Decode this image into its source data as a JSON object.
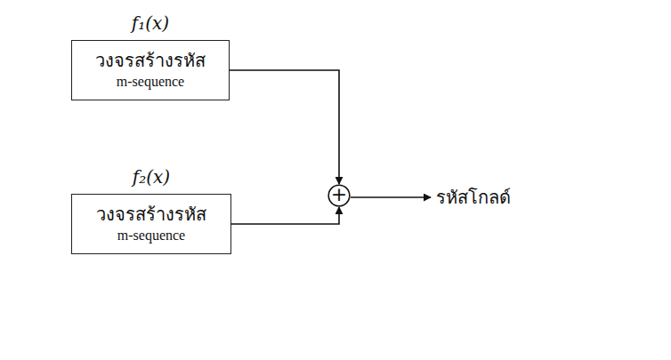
{
  "diagram": {
    "nodes": [
      {
        "text": [
          "f₁(x)",
          "วงจรสร้างรหัส",
          "m-sequence"
        ]
      },
      {
        "text": [
          "f₂(x)",
          "วงจรสร้างรหัส",
          "m-sequence"
        ]
      },
      {
        "text": [
          "+"
        ]
      },
      {
        "text": [
          "รหัสโกลด์"
        ]
      }
    ],
    "edges": [
      {
        "from": 0,
        "to": 2,
        "arrow": "to"
      },
      {
        "from": 1,
        "to": 2,
        "arrow": "to"
      },
      {
        "from": 2,
        "to": 3,
        "arrow": "to"
      }
    ]
  }
}
